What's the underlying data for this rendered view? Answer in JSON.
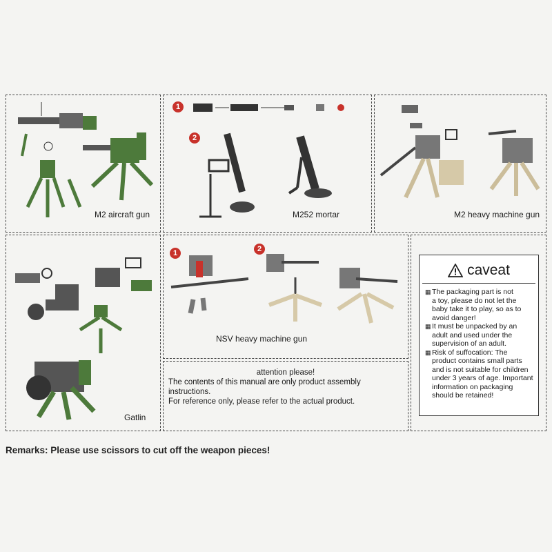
{
  "panels": {
    "m2_aircraft": {
      "label": "M2 aircraft gun"
    },
    "m252": {
      "label": "M252 mortar",
      "steps": [
        "1",
        "2"
      ]
    },
    "m2_heavy": {
      "label": "M2 heavy machine gun"
    },
    "gatlin": {
      "label": "Gatlin"
    },
    "nsv": {
      "label": "NSV heavy machine gun",
      "steps": [
        "1",
        "2"
      ]
    }
  },
  "attention": {
    "title": "attention please!",
    "line1": "The contents of this manual are only product assembly instructions.",
    "line2": "For reference only, please refer to the actual product."
  },
  "caveat": {
    "title": "caveat",
    "items": [
      {
        "lines": [
          "The packaging part is not",
          "a toy, please do not let the",
          "baby take it to play, so as to",
          "avoid danger!"
        ]
      },
      {
        "lines": [
          "It must be unpacked by an",
          "adult and used under the",
          "supervision of an adult."
        ]
      },
      {
        "lines": [
          "Risk of suffocation: The",
          "product contains small parts",
          "and is not suitable for children",
          "under 3 years of age. Important",
          "information on packaging",
          "should be retained!"
        ]
      }
    ]
  },
  "remarks": "Remarks: Please use scissors to cut off the weapon pieces!",
  "colors": {
    "green": "#4d7a3b",
    "gray": "#6e6e6e",
    "tan": "#d6c9a8",
    "step_red": "#c8322b",
    "dash": "#444444"
  }
}
